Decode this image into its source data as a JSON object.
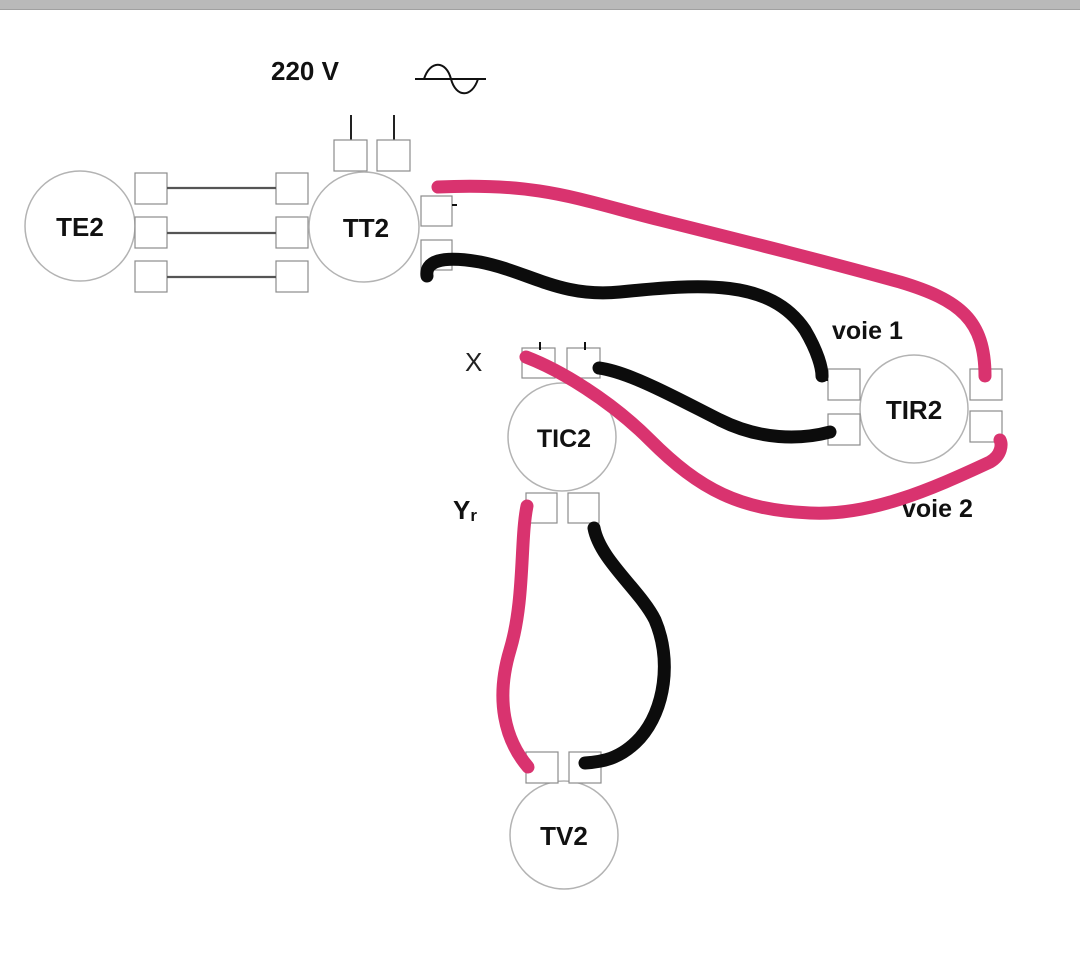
{
  "header": {
    "supply_label": "220 V",
    "ac_symbol": "ac-sine-icon"
  },
  "modules": {
    "te2": "TE2",
    "tt2": "TT2",
    "tic2": "TIC2",
    "tir2": "TIR2",
    "tv2": "TV2"
  },
  "labels": {
    "x_input": "X",
    "y_input_main": "Y",
    "y_input_sub": "r",
    "voie1": "voie 1",
    "voie2": "voie 2"
  },
  "colors": {
    "wire_pink": "#d9336f",
    "wire_black": "#0c0c0c",
    "module_outline": "#b3b3b3"
  }
}
